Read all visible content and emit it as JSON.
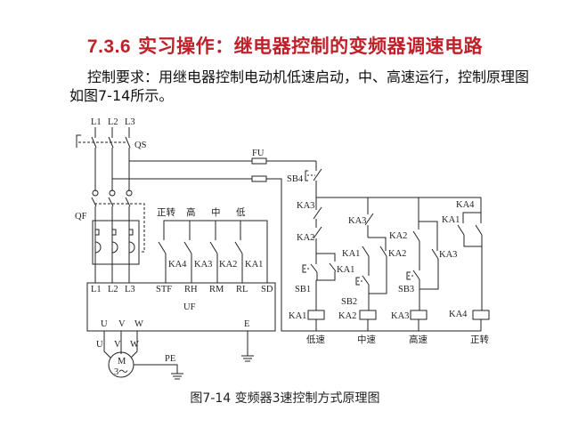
{
  "slide": {
    "section_number": "7.3.6",
    "title": "实习操作：继电器控制的变频器调速电路",
    "requirement_text": "控制要求：用继电器控制电动机低速启动，中、高速运行，控制原理图如图7-14所示。",
    "caption": "图7-14  变频器3速控制方式原理图",
    "accent_color": "#c0202a"
  },
  "diagram": {
    "supply_lines": [
      "L1",
      "L2",
      "L3"
    ],
    "main_switch": "QS",
    "breaker": "QF",
    "fuse": "FU",
    "inverter": {
      "name": "UF",
      "input_terminals": [
        "L1",
        "L2",
        "L3"
      ],
      "control_terminals": [
        "STF",
        "RH",
        "RM",
        "RL",
        "SD"
      ],
      "output_terminals": [
        "U",
        "V",
        "W"
      ],
      "ground_terminal": "E"
    },
    "function_labels": [
      "正转",
      "高",
      "中",
      "低"
    ],
    "relay_contacts_to_inverter": [
      "KA4",
      "KA3",
      "KA2",
      "KA1"
    ],
    "motor": {
      "symbol": "M",
      "phase": "3～",
      "leads": [
        "U",
        "V",
        "W"
      ],
      "earth": "PE"
    },
    "control_circuit": {
      "stop_button": "SB4",
      "buttons": [
        "SB1",
        "SB2",
        "SB3"
      ],
      "contacts": {
        "ka3_nc": "KA3",
        "ka2_nc": "KA2",
        "ka1_hold": "KA1",
        "ka3_nc_mid": "KA3",
        "ka1_mid": "KA1",
        "ka2_hold": "KA2",
        "ka2_high": "KA2",
        "ka3_hold": "KA3",
        "ka4_label": "KA4",
        "ka1_fwd": "KA1"
      },
      "coils": [
        "KA1",
        "KA2",
        "KA3",
        "KA4"
      ],
      "coil_functions": [
        "低速",
        "中速",
        "高速",
        "正转"
      ]
    }
  }
}
